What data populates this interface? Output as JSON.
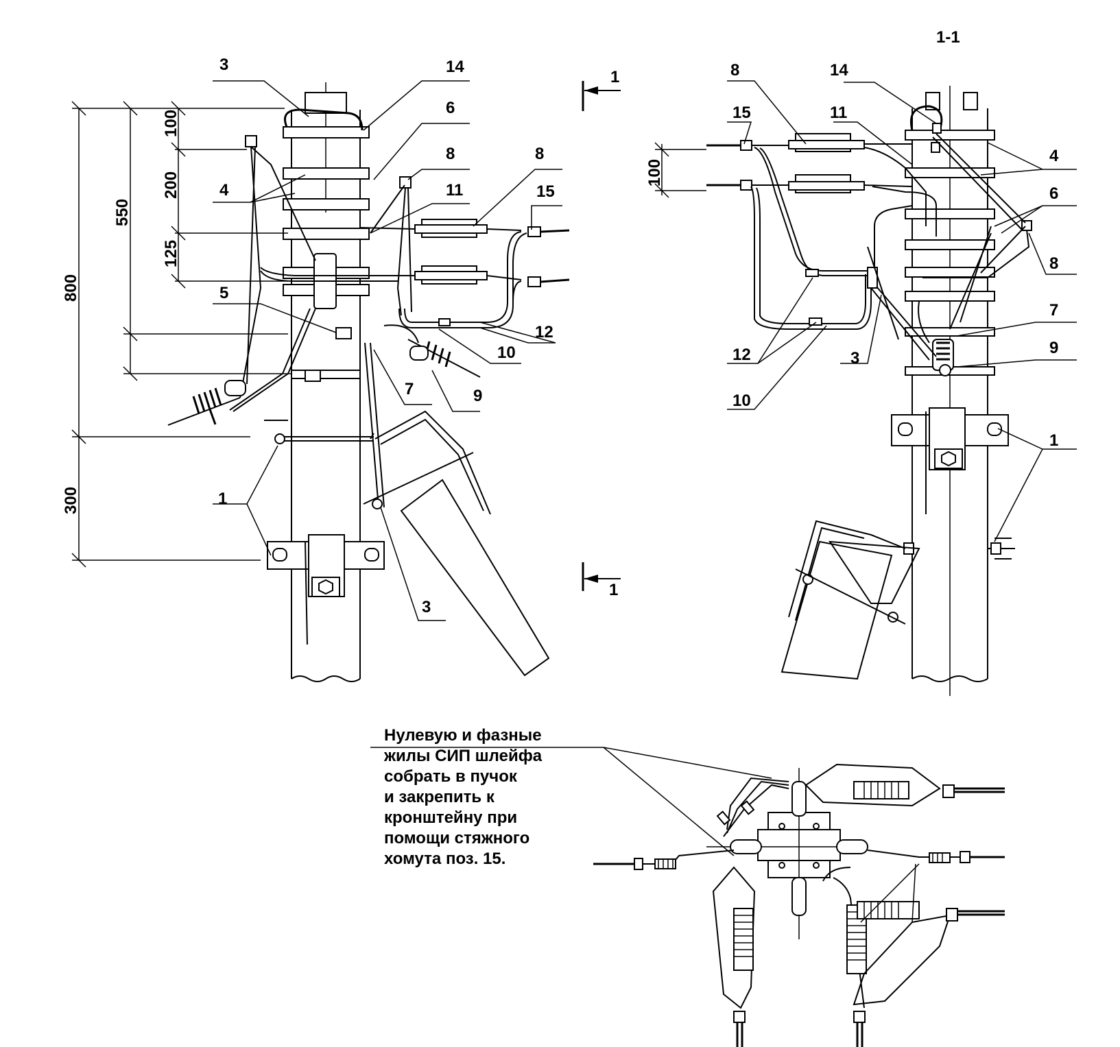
{
  "section_title": "1-1",
  "section_marker": "1",
  "dimensions": {
    "d100": "100",
    "d200": "200",
    "d125": "125",
    "d550": "550",
    "d800": "800",
    "d300": "300",
    "d100_right": "100"
  },
  "left_labels": {
    "l3_top": "3",
    "l14": "14",
    "l6": "6",
    "l8a": "8",
    "l8b": "8",
    "l4": "4",
    "l11": "11",
    "l15": "15",
    "l5": "5",
    "l12": "12",
    "l10": "10",
    "l7": "7",
    "l9": "9",
    "l1": "1",
    "l3_bottom": "3"
  },
  "right_labels": {
    "r8": "8",
    "r14": "14",
    "r15": "15",
    "r11": "11",
    "r4": "4",
    "r6": "6",
    "r8b": "8",
    "r7": "7",
    "r9": "9",
    "r12": "12",
    "r3": "3",
    "r10": "10",
    "r1": "1"
  },
  "note": {
    "lines": [
      "Нулевую и фазные",
      "жилы СИП шлейфа",
      "собрать в пучок",
      "и закрепить к",
      "кронштейну при",
      "помощи стяжного",
      "хомута поз. 15."
    ]
  }
}
